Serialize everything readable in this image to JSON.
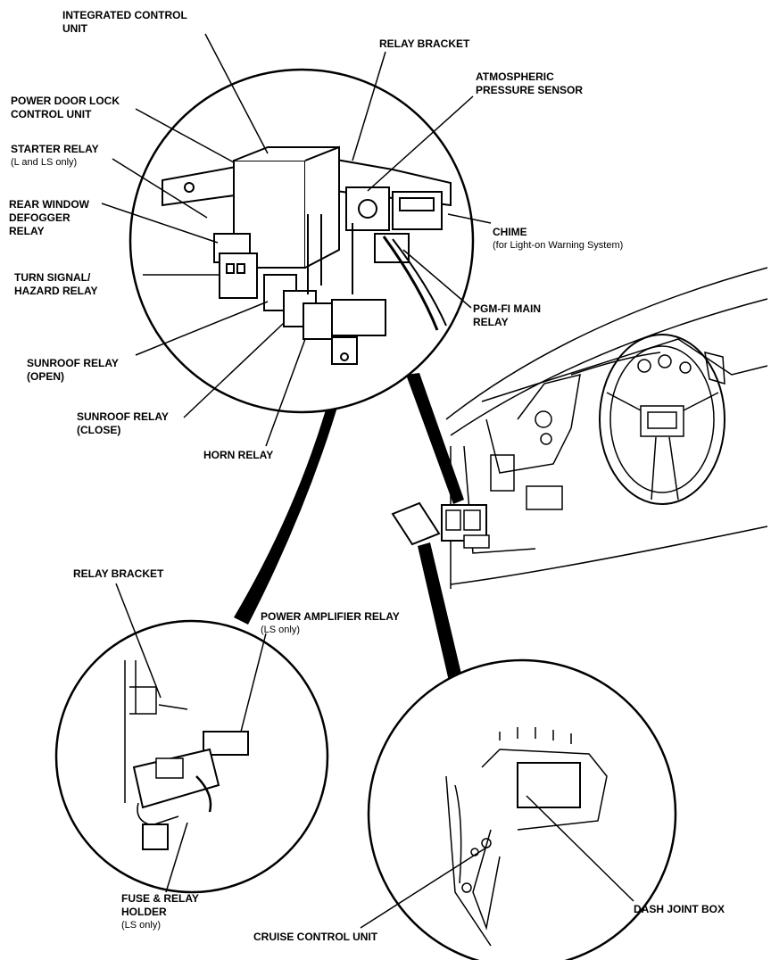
{
  "labels": {
    "integrated_control_unit": [
      "INTEGRATED CONTROL",
      "UNIT"
    ],
    "relay_bracket_top": [
      "RELAY BRACKET"
    ],
    "atmospheric_pressure_sensor": [
      "ATMOSPHERIC",
      "PRESSURE SENSOR"
    ],
    "power_door_lock": [
      "POWER DOOR LOCK",
      "CONTROL UNIT"
    ],
    "starter_relay": [
      "STARTER RELAY",
      "(L and LS only)"
    ],
    "rear_window_defogger": [
      "REAR WINDOW",
      "DEFOGGER",
      "RELAY"
    ],
    "chime": [
      "CHIME",
      "(for Light-on Warning System)"
    ],
    "turn_signal": [
      "TURN SIGNAL/",
      "HAZARD RELAY"
    ],
    "pgmfi_main_relay": [
      "PGM-FI MAIN",
      "RELAY"
    ],
    "sunroof_open": [
      "SUNROOF RELAY",
      "(OPEN)"
    ],
    "sunroof_close": [
      "SUNROOF RELAY",
      "(CLOSE)"
    ],
    "horn_relay": [
      "HORN RELAY"
    ],
    "relay_bracket_bottom": [
      "RELAY BRACKET"
    ],
    "power_amplifier_relay": [
      "POWER AMPLIFIER RELAY",
      "(LS only)"
    ],
    "fuse_relay_holder": [
      "FUSE & RELAY",
      "HOLDER",
      "(LS only)"
    ],
    "cruise_control_unit": [
      "CRUISE CONTROL UNIT"
    ],
    "dash_joint_box": [
      "DASH JOINT BOX"
    ]
  },
  "colors": {
    "ink": "#000000",
    "paper": "#ffffff"
  }
}
